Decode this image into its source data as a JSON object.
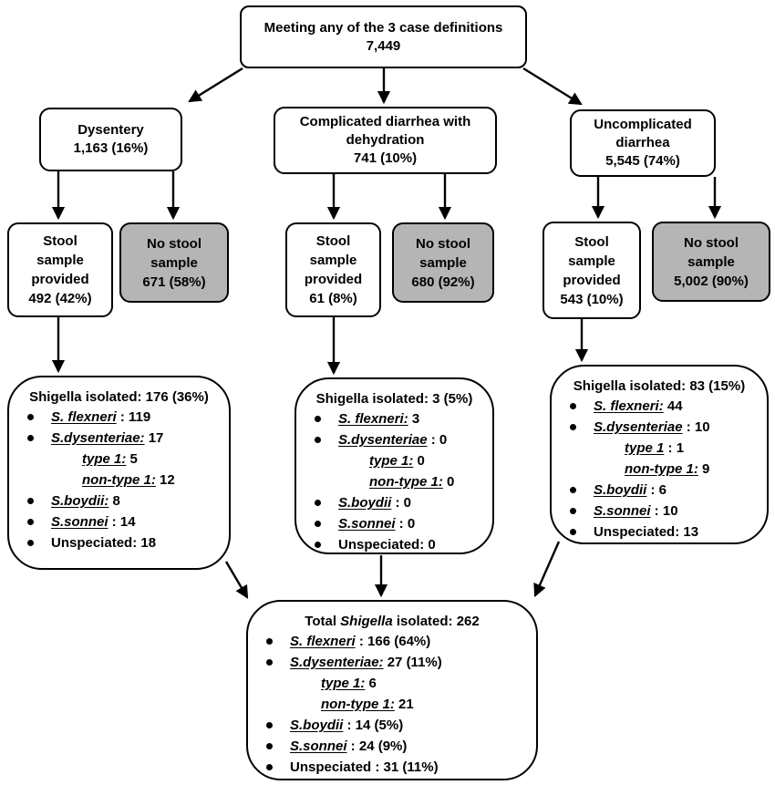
{
  "colors": {
    "border": "#000000",
    "gray_fill": "#b5b5b5",
    "background": "#ffffff"
  },
  "root": {
    "line1": "Meeting any of the 3 case definitions",
    "line2": "7,449"
  },
  "branches": [
    {
      "title": "Dysentery",
      "count": "1,163 (16%)"
    },
    {
      "title": "Complicated diarrhea with dehydration",
      "count": "741 (10%)"
    },
    {
      "title": "Uncomplicated diarrhea",
      "count": "5,545 (74%)"
    }
  ],
  "stool_boxes": [
    {
      "label": "Stool sample provided",
      "count": "492 (42%)"
    },
    {
      "label": "No stool sample",
      "count": "671 (58%)"
    },
    {
      "label": "Stool sample provided",
      "count": "61 (8%)"
    },
    {
      "label": "No stool sample",
      "count": "680 (92%)"
    },
    {
      "label": "Stool sample provided",
      "count": "543 (10%)"
    },
    {
      "label": "No stool sample",
      "count": "5,002 (90%)"
    }
  ],
  "isolated": [
    {
      "header": "Shigella isolated: 176 (36%)",
      "items": [
        {
          "name": "S. flexneri",
          "rest": " : 119"
        },
        {
          "name": "S.dysenteriae:",
          "rest": " 17"
        },
        {
          "name": "type 1:",
          "rest": " 5"
        },
        {
          "name": "non-type 1:",
          "rest": " 12"
        },
        {
          "name": "S.boydii:",
          "rest": " 8"
        },
        {
          "name": "S.sonnei",
          "rest": " : 14"
        },
        {
          "plain": "Unspeciated: 18"
        }
      ]
    },
    {
      "header": "Shigella isolated: 3 (5%)",
      "items": [
        {
          "name": "S. flexneri:",
          "rest": " 3"
        },
        {
          "name": "S.dysenteriae",
          "rest": " : 0"
        },
        {
          "name": "type 1:",
          "rest": " 0"
        },
        {
          "name": "non-type 1:",
          "rest": " 0"
        },
        {
          "name": "S.boydii",
          "rest": " : 0"
        },
        {
          "name": "S.sonnei",
          "rest": " : 0"
        },
        {
          "plain": "Unspeciated: 0"
        }
      ]
    },
    {
      "header": "Shigella isolated: 83 (15%)",
      "items": [
        {
          "name": "S. flexneri:",
          "rest": " 44"
        },
        {
          "name": "S.dysenteriae",
          "rest": " : 10"
        },
        {
          "name": "type 1",
          "rest": " : 1"
        },
        {
          "name": "non-type 1:",
          "rest": " 9"
        },
        {
          "name": "S.boydii",
          "rest": " : 6"
        },
        {
          "name": "S.sonnei",
          "rest": " : 10"
        },
        {
          "plain": "Unspeciated: 13"
        }
      ]
    }
  ],
  "total": {
    "header_pre": "Total ",
    "header_italic": "Shigella",
    "header_post": " isolated: 262",
    "items": [
      {
        "name": "S. flexneri",
        "rest": " : 166 (64%)"
      },
      {
        "name": "S.dysenteriae:",
        "rest": " 27 (11%)"
      },
      {
        "name": "type 1:",
        "rest": " 6"
      },
      {
        "name": "non-type 1:",
        "rest": " 21"
      },
      {
        "name": "S.boydii",
        "rest": " : 14 (5%)"
      },
      {
        "name": "S.sonnei",
        "rest": " : 24 (9%)"
      },
      {
        "plain": "Unspeciated : 31 (11%)"
      }
    ]
  }
}
